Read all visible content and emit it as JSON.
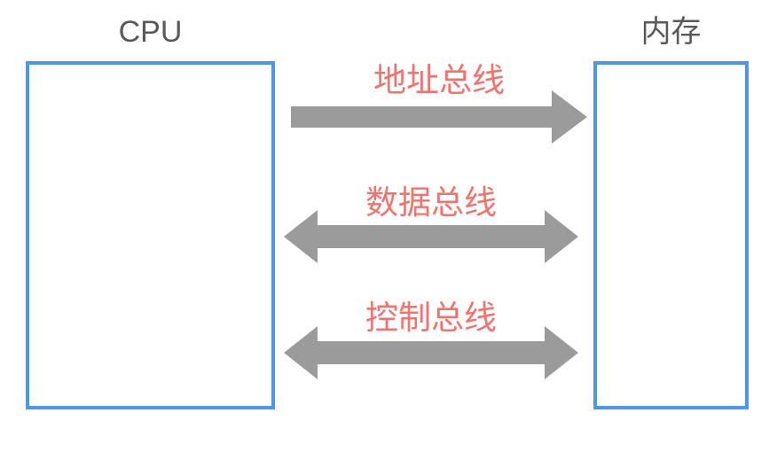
{
  "diagram": {
    "nodes": [
      {
        "id": "cpu",
        "label": "CPU"
      },
      {
        "id": "memory",
        "label": "内存"
      }
    ],
    "buses": [
      {
        "id": "address-bus",
        "label": "地址总线",
        "direction": "cpu-to-memory"
      },
      {
        "id": "data-bus",
        "label": "数据总线",
        "direction": "bidirectional"
      },
      {
        "id": "control-bus",
        "label": "控制总线",
        "direction": "bidirectional"
      }
    ],
    "colors": {
      "background": "#ffffff",
      "box_border": "#4b96f3",
      "arrow": "#9b9b9b",
      "node_label": "#595959",
      "bus_label": "#f2736d"
    }
  }
}
